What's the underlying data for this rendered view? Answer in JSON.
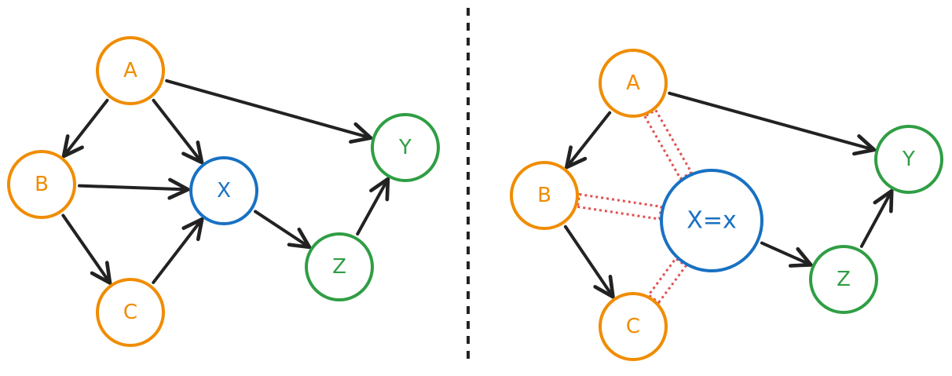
{
  "colors": {
    "orange": "#f08c00",
    "blue": "#1971c2",
    "green": "#2f9e44",
    "edge": "#222222",
    "cut": "#e05050"
  },
  "left": {
    "nodes": {
      "A": {
        "label": "A",
        "color": "orange"
      },
      "B": {
        "label": "B",
        "color": "orange"
      },
      "C": {
        "label": "C",
        "color": "orange"
      },
      "X": {
        "label": "X",
        "color": "blue"
      },
      "Y": {
        "label": "Y",
        "color": "green"
      },
      "Z": {
        "label": "Z",
        "color": "green"
      }
    },
    "edges": [
      [
        "A",
        "B"
      ],
      [
        "A",
        "X"
      ],
      [
        "A",
        "Y"
      ],
      [
        "B",
        "X"
      ],
      [
        "B",
        "C"
      ],
      [
        "C",
        "X"
      ],
      [
        "X",
        "Z"
      ],
      [
        "Z",
        "Y"
      ]
    ]
  },
  "right": {
    "nodes": {
      "A": {
        "label": "A",
        "color": "orange"
      },
      "B": {
        "label": "B",
        "color": "orange"
      },
      "C": {
        "label": "C",
        "color": "orange"
      },
      "X": {
        "label": "X=x",
        "color": "blue"
      },
      "Y": {
        "label": "Y",
        "color": "green"
      },
      "Z": {
        "label": "Z",
        "color": "green"
      }
    },
    "edges": [
      [
        "A",
        "B"
      ],
      [
        "A",
        "Y"
      ],
      [
        "B",
        "C"
      ],
      [
        "X",
        "Z"
      ],
      [
        "Z",
        "Y"
      ]
    ],
    "removed_edges": [
      [
        "A",
        "X"
      ],
      [
        "B",
        "X"
      ],
      [
        "C",
        "X"
      ]
    ]
  }
}
